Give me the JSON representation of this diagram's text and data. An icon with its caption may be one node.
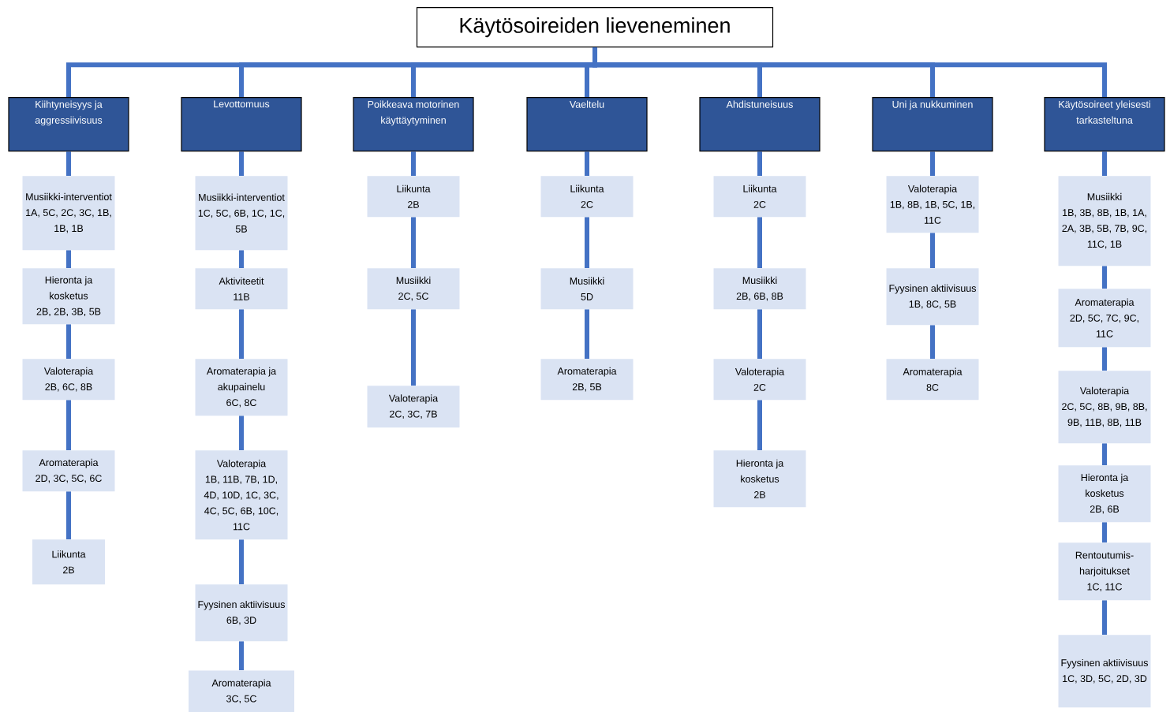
{
  "diagram": {
    "nodes": [
      {
        "text": [
          "Käytösoireiden lieveneminen"
        ]
      },
      {
        "text": [
          "Kiihtyneisyys ja aggressiivisuus"
        ]
      },
      {
        "text": [
          "Musiikki-interventiot",
          "1A, 5C, 2C, 3C, 1B, 1B, 1B"
        ]
      },
      {
        "text": [
          "Hieronta ja kosketus",
          "2B, 2B, 3B, 5B"
        ]
      },
      {
        "text": [
          "Valoterapia",
          "2B, 6C, 8B"
        ]
      },
      {
        "text": [
          "Aromaterapia",
          "2D, 3C, 5C, 6C"
        ]
      },
      {
        "text": [
          "Liikunta",
          "2B"
        ]
      },
      {
        "text": [
          "Levottomuus"
        ]
      },
      {
        "text": [
          "Musiikki-interventiot",
          "1C, 5C, 6B, 1C, 1C, 5B"
        ]
      },
      {
        "text": [
          "Aktiviteetit",
          "11B"
        ]
      },
      {
        "text": [
          "Aromaterapia ja akupainelu",
          "6C, 8C"
        ]
      },
      {
        "text": [
          "Valoterapia",
          "1B, 11B, 7B, 1D, 4D, 10D, 1C, 3C, 4C, 5C, 6B, 10C, 11C"
        ]
      },
      {
        "text": [
          "Fyysinen aktiivisuus",
          "6B, 3D"
        ]
      },
      {
        "text": [
          "Aromaterapia",
          "3C, 5C"
        ]
      },
      {
        "text": [
          "Poikkeava motorinen käyttäytyminen"
        ]
      },
      {
        "text": [
          "Liikunta",
          "2B"
        ]
      },
      {
        "text": [
          "Musiikki",
          "2C, 5C"
        ]
      },
      {
        "text": [
          "Valoterapia",
          "2C, 3C, 7B"
        ]
      },
      {
        "text": [
          "Vaeltelu"
        ]
      },
      {
        "text": [
          "Liikunta",
          "2C"
        ]
      },
      {
        "text": [
          "Musiikki",
          "5D"
        ]
      },
      {
        "text": [
          "Aromaterapia",
          "2B, 5B"
        ]
      },
      {
        "text": [
          "Ahdistuneisuus"
        ]
      },
      {
        "text": [
          "Liikunta",
          "2C"
        ]
      },
      {
        "text": [
          "Musiikki",
          "2B, 6B, 8B"
        ]
      },
      {
        "text": [
          "Valoterapia",
          "2C"
        ]
      },
      {
        "text": [
          "Hieronta ja kosketus",
          "2B"
        ]
      },
      {
        "text": [
          "Uni ja nukkuminen"
        ]
      },
      {
        "text": [
          "Valoterapia",
          "1B, 8B, 1B, 5C, 1B, 11C"
        ]
      },
      {
        "text": [
          "Fyysinen aktiivisuus",
          "1B, 8C, 5B"
        ]
      },
      {
        "text": [
          "Aromaterapia",
          "8C"
        ]
      },
      {
        "text": [
          "Käytösoireet yleisesti tarkasteltuna"
        ]
      },
      {
        "text": [
          "Musiikki",
          "1B, 3B, 8B, 1B, 1A, 2A, 3B, 5B, 7B, 9C, 11C, 1B"
        ]
      },
      {
        "text": [
          "Aromaterapia",
          "2D, 5C, 7C, 9C, 11C"
        ]
      },
      {
        "text": [
          "Valoterapia",
          "2C, 5C, 8B, 9B, 8B, 9B, 11B, 8B, 11B"
        ]
      },
      {
        "text": [
          "Hieronta ja kosketus",
          "2B, 6B"
        ]
      },
      {
        "text": [
          "Rentoutumis-harjoitukset",
          "1C, 11C"
        ]
      },
      {
        "text": [
          "Fyysinen aktiivisuus",
          "1C, 3D, 5C, 2D, 3D"
        ]
      }
    ],
    "edges": [
      {
        "from": 0,
        "to": 1,
        "arrow": "none"
      },
      {
        "from": 0,
        "to": 7,
        "arrow": "none"
      },
      {
        "from": 0,
        "to": 14,
        "arrow": "none"
      },
      {
        "from": 0,
        "to": 18,
        "arrow": "none"
      },
      {
        "from": 0,
        "to": 22,
        "arrow": "none"
      },
      {
        "from": 0,
        "to": 27,
        "arrow": "none"
      },
      {
        "from": 0,
        "to": 31,
        "arrow": "none"
      },
      {
        "from": 1,
        "to": 2,
        "arrow": "none"
      },
      {
        "from": 2,
        "to": 3,
        "arrow": "none"
      },
      {
        "from": 3,
        "to": 4,
        "arrow": "none"
      },
      {
        "from": 4,
        "to": 5,
        "arrow": "none"
      },
      {
        "from": 5,
        "to": 6,
        "arrow": "none"
      },
      {
        "from": 7,
        "to": 8,
        "arrow": "none"
      },
      {
        "from": 8,
        "to": 9,
        "arrow": "none"
      },
      {
        "from": 9,
        "to": 10,
        "arrow": "none"
      },
      {
        "from": 10,
        "to": 11,
        "arrow": "none"
      },
      {
        "from": 11,
        "to": 12,
        "arrow": "none"
      },
      {
        "from": 12,
        "to": 13,
        "arrow": "none"
      },
      {
        "from": 14,
        "to": 15,
        "arrow": "none"
      },
      {
        "from": 15,
        "to": 16,
        "arrow": "none"
      },
      {
        "from": 16,
        "to": 17,
        "arrow": "none"
      },
      {
        "from": 18,
        "to": 19,
        "arrow": "none"
      },
      {
        "from": 19,
        "to": 20,
        "arrow": "none"
      },
      {
        "from": 20,
        "to": 21,
        "arrow": "none"
      },
      {
        "from": 22,
        "to": 23,
        "arrow": "none"
      },
      {
        "from": 23,
        "to": 24,
        "arrow": "none"
      },
      {
        "from": 24,
        "to": 25,
        "arrow": "none"
      },
      {
        "from": 25,
        "to": 26,
        "arrow": "none"
      },
      {
        "from": 27,
        "to": 28,
        "arrow": "none"
      },
      {
        "from": 28,
        "to": 29,
        "arrow": "none"
      },
      {
        "from": 29,
        "to": 30,
        "arrow": "none"
      },
      {
        "from": 31,
        "to": 32,
        "arrow": "none"
      },
      {
        "from": 32,
        "to": 33,
        "arrow": "none"
      },
      {
        "from": 33,
        "to": 34,
        "arrow": "none"
      },
      {
        "from": 34,
        "to": 35,
        "arrow": "none"
      },
      {
        "from": 35,
        "to": 36,
        "arrow": "none"
      },
      {
        "from": 36,
        "to": 37,
        "arrow": "none"
      }
    ]
  }
}
